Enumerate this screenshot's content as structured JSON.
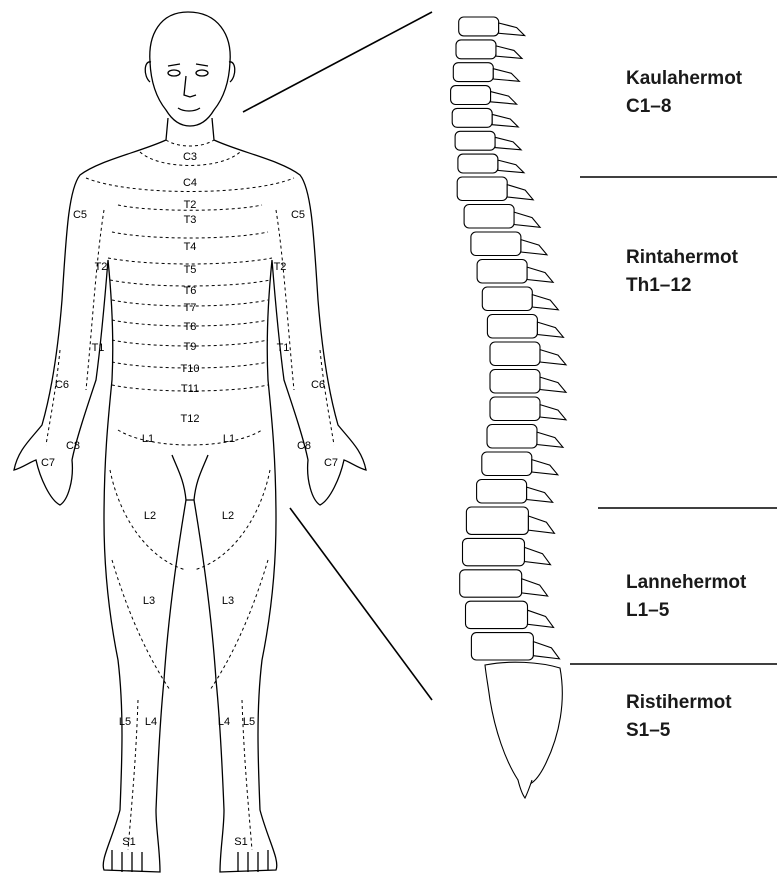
{
  "regions": [
    {
      "name": "Kaulahermot",
      "range": "C1–8"
    },
    {
      "name": "Rintahermot",
      "range": "Th1–12"
    },
    {
      "name": "Lannehermot",
      "range": "L1–5"
    },
    {
      "name": "Ristihermot",
      "range": "S1–5"
    }
  ],
  "segments": {
    "C3": "C3",
    "C4": "C4",
    "C5": "C5",
    "C6": "C6",
    "C7": "C7",
    "C8": "C8",
    "T1": "T1",
    "T2": "T2",
    "T3": "T3",
    "T4": "T4",
    "T5": "T5",
    "T6": "T6",
    "T7": "T7",
    "T8": "T8",
    "T9": "T9",
    "T10": "T10",
    "T11": "T11",
    "T12": "T12",
    "L1": "L1",
    "L2": "L2",
    "L3": "L3",
    "L4": "L4",
    "L5": "L5",
    "S1": "S1"
  }
}
